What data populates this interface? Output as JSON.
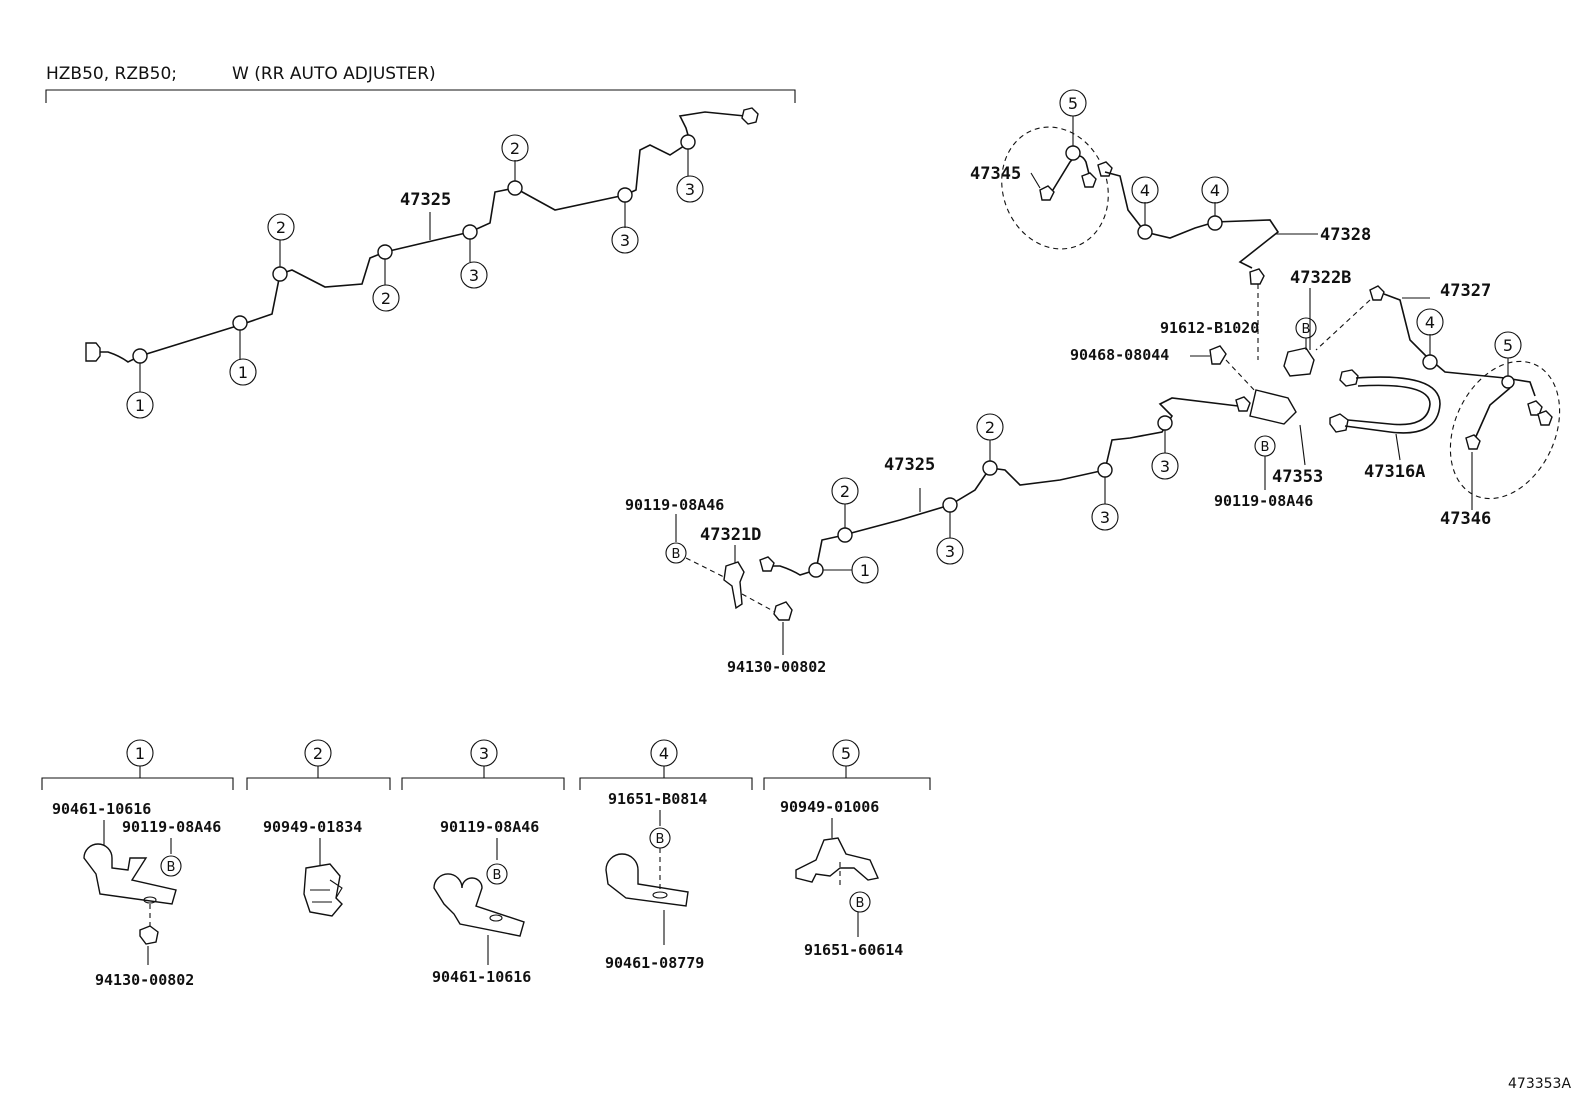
{
  "header": {
    "models": "HZB50, RZB50;",
    "option": "W (RR AUTO ADJUSTER)"
  },
  "upper_left": {
    "pipe_label": "47325",
    "clip_numbers": [
      "1",
      "1",
      "2",
      "2",
      "2",
      "3",
      "3",
      "3"
    ]
  },
  "right_assembly": {
    "labels": {
      "l47345": "47345",
      "l47328": "47328",
      "l47322B": "47322B",
      "l47327": "47327",
      "l91612": "91612-B1020",
      "l90468": "90468-08044",
      "l47353": "47353",
      "l47316A": "47316A",
      "l90119": "90119-08A46",
      "l47346": "47346",
      "l47325": "47325",
      "l47321D": "47321D",
      "l90119b": "90119-08A46",
      "l94130": "94130-00802"
    },
    "bolt_symbol": "B",
    "clip_numbers": [
      "5",
      "4",
      "4",
      "4",
      "5",
      "1",
      "2",
      "2",
      "3",
      "3",
      "3"
    ]
  },
  "clip_legend": [
    {
      "num": "1",
      "parts": [
        "90461-10616",
        "90119-08A46",
        "94130-00802"
      ]
    },
    {
      "num": "2",
      "parts": [
        "90949-01834"
      ]
    },
    {
      "num": "3",
      "parts": [
        "90119-08A46",
        "90461-10616"
      ]
    },
    {
      "num": "4",
      "parts": [
        "91651-B0814",
        "90461-08779"
      ]
    },
    {
      "num": "5",
      "parts": [
        "90949-01006",
        "91651-60614"
      ]
    }
  ],
  "figure_code": "473353A"
}
